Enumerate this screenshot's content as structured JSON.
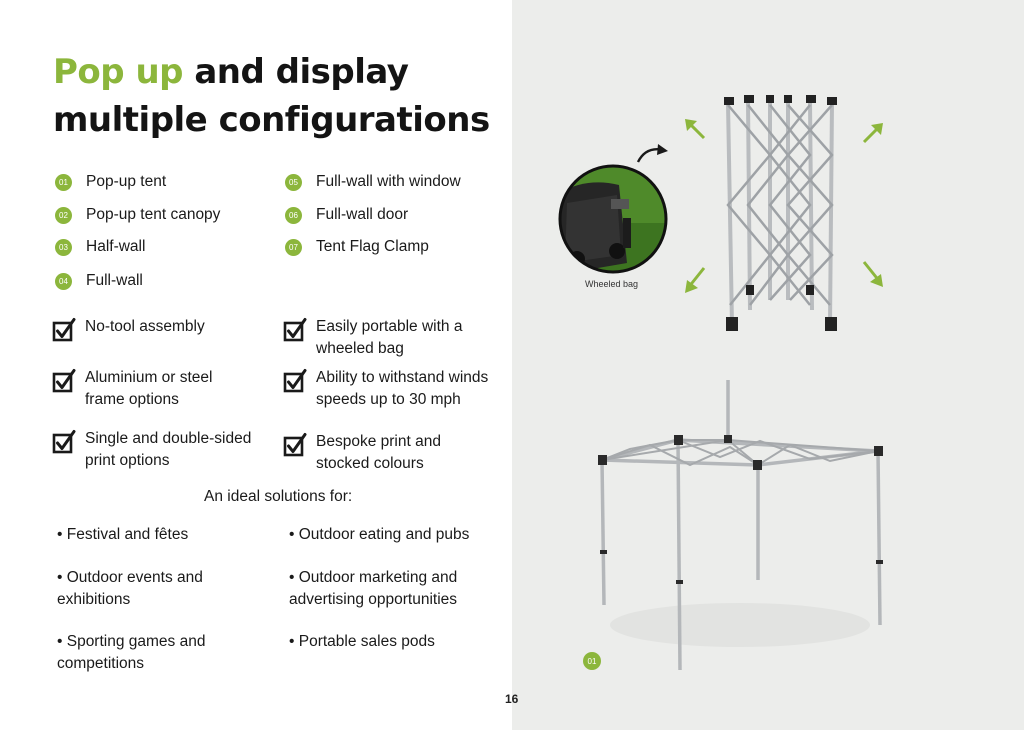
{
  "title": {
    "accent": "Pop up",
    "rest_line1": " and display",
    "line2": "multiple configurations"
  },
  "configurations": [
    {
      "num": "01",
      "label": "Pop-up tent"
    },
    {
      "num": "02",
      "label": "Pop-up tent canopy"
    },
    {
      "num": "03",
      "label": "Half-wall"
    },
    {
      "num": "04",
      "label": "Full-wall"
    },
    {
      "num": "05",
      "label": "Full-wall with window"
    },
    {
      "num": "06",
      "label": "Full-wall door"
    },
    {
      "num": "07",
      "label": "Tent Flag Clamp"
    }
  ],
  "features": [
    {
      "line1": "No-tool assembly",
      "line2": ""
    },
    {
      "line1": "Aluminium or steel",
      "line2": "frame options"
    },
    {
      "line1": "Single and double-sided",
      "line2": "print options"
    },
    {
      "line1": "Easily portable with a",
      "line2": "wheeled bag"
    },
    {
      "line1": "Ability to withstand winds",
      "line2": "speeds up to 30 mph"
    },
    {
      "line1": "Bespoke print and",
      "line2": "stocked colours"
    }
  ],
  "ideal_heading": "An ideal solutions for:",
  "solutions": [
    {
      "line1": "• Festival and fêtes",
      "line2": ""
    },
    {
      "line1": "• Outdoor events and",
      "line2": "exhibitions"
    },
    {
      "line1": "• Sporting games and",
      "line2": "competitions"
    },
    {
      "line1": "• Outdoor eating and pubs",
      "line2": ""
    },
    {
      "line1": "• Outdoor marketing and",
      "line2": "advertising opportunities"
    },
    {
      "line1": "• Portable sales pods",
      "line2": ""
    }
  ],
  "wheeled_bag_caption": "Wheeled bag",
  "photo_badge": "01",
  "page_number": "16",
  "colors": {
    "accent": "#8cb63c",
    "panel": "#ecedeb",
    "text": "#1a1a1a"
  }
}
